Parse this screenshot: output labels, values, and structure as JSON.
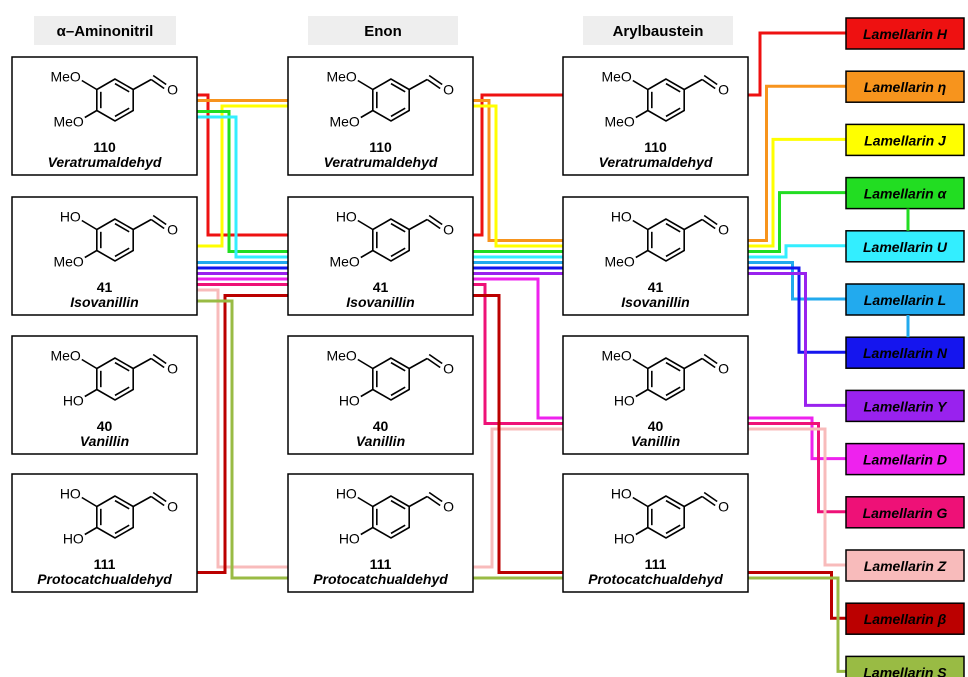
{
  "columns": [
    {
      "id": "aminonitril",
      "title": "α–Aminonitril"
    },
    {
      "id": "enon",
      "title": "Enon"
    },
    {
      "id": "arylbaustein",
      "title": "Arylbaustein"
    }
  ],
  "compounds": [
    {
      "num": "110",
      "name": "Veratrumaldehyd",
      "top": "MeO",
      "bottom": "MeO"
    },
    {
      "num": "41",
      "name": "Isovanillin",
      "top": "HO",
      "bottom": "MeO"
    },
    {
      "num": "40",
      "name": "Vanillin",
      "top": "MeO",
      "bottom": "HO"
    },
    {
      "num": "111",
      "name": "Protocatchualdehyd",
      "top": "HO",
      "bottom": "HO"
    }
  ],
  "aldehyde_label": "O",
  "products": [
    {
      "name": "Lamellarin H",
      "color": "#ee1111",
      "text_color": "#000000"
    },
    {
      "name": "Lamellarin η",
      "color": "#f7941d",
      "text_color": "#000000"
    },
    {
      "name": "Lamellarin J",
      "color": "#ffff00",
      "text_color": "#000000"
    },
    {
      "name": "Lamellarin α",
      "color": "#22dd22",
      "text_color": "#000000"
    },
    {
      "name": "Lamellarin U",
      "color": "#33eeff",
      "text_color": "#000000"
    },
    {
      "name": "Lamellarin L",
      "color": "#22aaee",
      "text_color": "#000000"
    },
    {
      "name": "Lamellarin N",
      "color": "#1515ee",
      "text_color": "#000000"
    },
    {
      "name": "Lamellarin Y",
      "color": "#9922ee",
      "text_color": "#000000"
    },
    {
      "name": "Lamellarin D",
      "color": "#ee22ee",
      "text_color": "#000000"
    },
    {
      "name": "Lamellarin G",
      "color": "#ee1177",
      "text_color": "#000000"
    },
    {
      "name": "Lamellarin Z",
      "color": "#f8bbbb",
      "text_color": "#000000"
    },
    {
      "name": "Lamellarin β",
      "color": "#bb0000",
      "text_color": "#000000"
    },
    {
      "name": "Lamellarin S",
      "color": "#99bb44",
      "text_color": "#000000"
    }
  ],
  "routes": [
    {
      "product": 0,
      "pick": [
        0,
        1,
        0
      ]
    },
    {
      "product": 1,
      "pick": [
        0,
        0,
        1
      ]
    },
    {
      "product": 2,
      "pick": [
        1,
        0,
        1
      ]
    },
    {
      "product": 3,
      "pick": [
        0,
        1,
        1
      ]
    },
    {
      "product": 4,
      "pick": [
        0,
        1,
        1
      ]
    },
    {
      "product": 5,
      "pick": [
        1,
        1,
        1
      ]
    },
    {
      "product": 6,
      "pick": [
        1,
        1,
        1
      ]
    },
    {
      "product": 7,
      "pick": [
        1,
        1,
        1
      ]
    },
    {
      "product": 8,
      "pick": [
        1,
        1,
        2
      ]
    },
    {
      "product": 9,
      "pick": [
        1,
        1,
        2
      ]
    },
    {
      "product": 10,
      "pick": [
        1,
        3,
        2
      ]
    },
    {
      "product": 11,
      "pick": [
        3,
        1,
        3
      ]
    },
    {
      "product": 12,
      "pick": [
        1,
        3,
        3
      ]
    }
  ]
}
